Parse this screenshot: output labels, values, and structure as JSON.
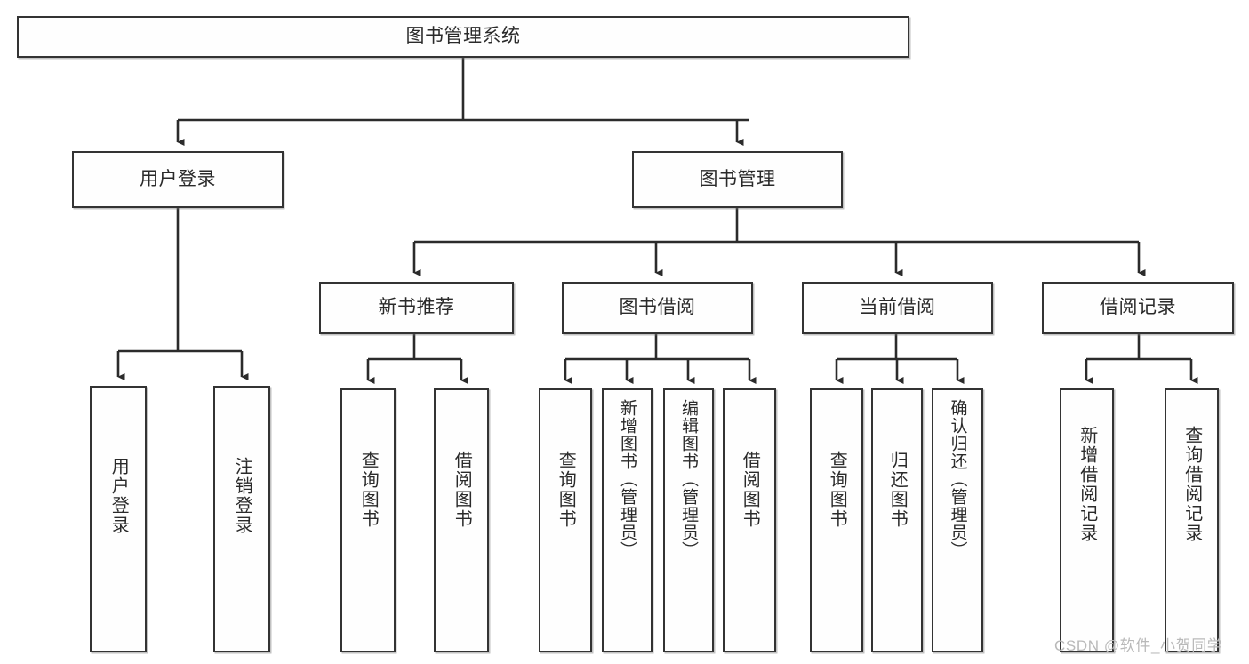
{
  "diagram": {
    "type": "hierarchy-tree",
    "title": "图书管理系统",
    "root": {
      "id": "root",
      "label": "图书管理系统"
    },
    "level1": [
      {
        "id": "user-login",
        "label": "用户登录"
      },
      {
        "id": "book-manage",
        "label": "图书管理"
      }
    ],
    "level2": [
      {
        "id": "new-book-recommend",
        "label": "新书推荐",
        "parent": "book-manage"
      },
      {
        "id": "book-borrow",
        "label": "图书借阅",
        "parent": "book-manage"
      },
      {
        "id": "current-borrow",
        "label": "当前借阅",
        "parent": "book-manage"
      },
      {
        "id": "borrow-record",
        "label": "借阅记录",
        "parent": "book-manage"
      }
    ],
    "leaves": [
      {
        "id": "leaf-user-login",
        "label": "用户登录",
        "parent": "user-login"
      },
      {
        "id": "leaf-logout",
        "label": "注销登录",
        "parent": "user-login"
      },
      {
        "id": "leaf-query-book-1",
        "label": "查询图书",
        "parent": "new-book-recommend"
      },
      {
        "id": "leaf-borrow-book-1",
        "label": "借阅图书",
        "parent": "new-book-recommend"
      },
      {
        "id": "leaf-query-book-2",
        "label": "查询图书",
        "parent": "book-borrow"
      },
      {
        "id": "leaf-add-book",
        "label": "新增图书（管理员）",
        "parent": "book-borrow"
      },
      {
        "id": "leaf-edit-book",
        "label": "编辑图书（管理员）",
        "parent": "book-borrow"
      },
      {
        "id": "leaf-borrow-book-2",
        "label": "借阅图书",
        "parent": "book-borrow"
      },
      {
        "id": "leaf-query-book-3",
        "label": "查询图书",
        "parent": "current-borrow"
      },
      {
        "id": "leaf-return-book",
        "label": "归还图书",
        "parent": "current-borrow"
      },
      {
        "id": "leaf-confirm-return",
        "label": "确认归还（管理员）",
        "parent": "current-borrow"
      },
      {
        "id": "leaf-add-record",
        "label": "新增借阅记录",
        "parent": "borrow-record"
      },
      {
        "id": "leaf-query-record",
        "label": "查询借阅记录",
        "parent": "borrow-record"
      }
    ]
  },
  "watermark": {
    "text": "CSDN @软件_小贺同学"
  },
  "colors": {
    "box_border": "#333333",
    "box_fill": "#fefefe",
    "connector": "#2b2b2b",
    "text": "#2a2a2a",
    "watermark": "#b9b9b9",
    "background": "#ffffff"
  }
}
